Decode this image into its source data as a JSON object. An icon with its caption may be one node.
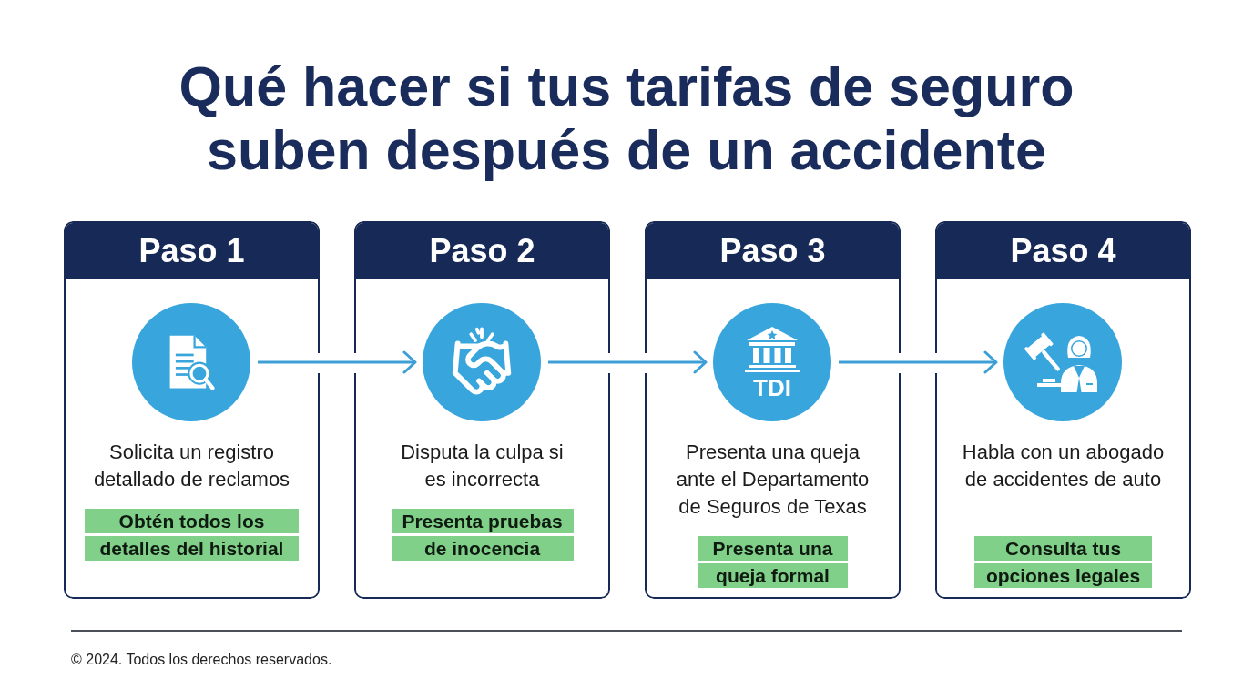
{
  "diagram": {
    "title": "Qué hacer si tus tarifas de seguro suben después de un accidente",
    "nodes": [
      {
        "text": [
          "Paso 1",
          "Solicita un registro detallado de reclamos",
          "Obtén todos los detalles del historial"
        ]
      },
      {
        "text": [],
        "shape": "circle",
        "in": 0
      },
      {
        "text": [
          "Paso 2",
          "Disputa la culpa si es incorrecta",
          "Presenta pruebas de inocencia"
        ]
      },
      {
        "text": [],
        "shape": "circle",
        "in": 2
      },
      {
        "text": [
          "Paso 3",
          "Presenta una queja ante el Departamento de Seguros de Texas",
          "Presenta una queja formal"
        ]
      },
      {
        "text": [
          "TDI"
        ],
        "in": 4
      },
      {
        "text": [
          "Paso 4",
          "Habla con un abogado de accidentes de auto",
          "Consulta tus opciones legales"
        ]
      },
      {
        "text": [],
        "shape": "circle",
        "in": 6
      }
    ],
    "edges": [
      {
        "from": 1,
        "to": 3,
        "arrow": "to"
      },
      {
        "from": 3,
        "to": 5,
        "arrow": "to"
      },
      {
        "from": 5,
        "to": 7,
        "arrow": "to"
      }
    ],
    "labels": [
      "© 2024. Todos los derechos reservados."
    ]
  }
}
